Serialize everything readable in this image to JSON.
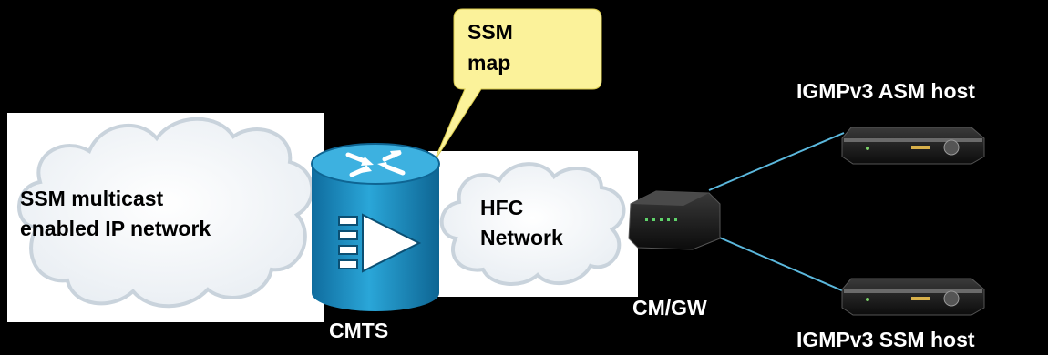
{
  "callout": {
    "line1": "SSM",
    "line2": "map"
  },
  "ip_cloud": {
    "line1": "SSM multicast",
    "line2": "enabled IP network"
  },
  "hfc_cloud": {
    "line1": "HFC",
    "line2": "Network"
  },
  "devices": {
    "cmts": "CMTS",
    "cm_gw": "CM/GW",
    "asm_host": "IGMPv3 ASM host",
    "ssm_host": "IGMPv3 SSM host"
  },
  "colors": {
    "background": "#000000",
    "callout_fill": "#fbf29a",
    "cloud_fill": "#ffffff",
    "cmts_blue": "#1f95c8",
    "link_line": "#5bb8dd"
  },
  "icons": {
    "cmts": "router-cylinder-icon",
    "cable_modem": "cable-modem-icon",
    "set_top_box": "set-top-box-icon",
    "cloud": "cloud-icon"
  }
}
